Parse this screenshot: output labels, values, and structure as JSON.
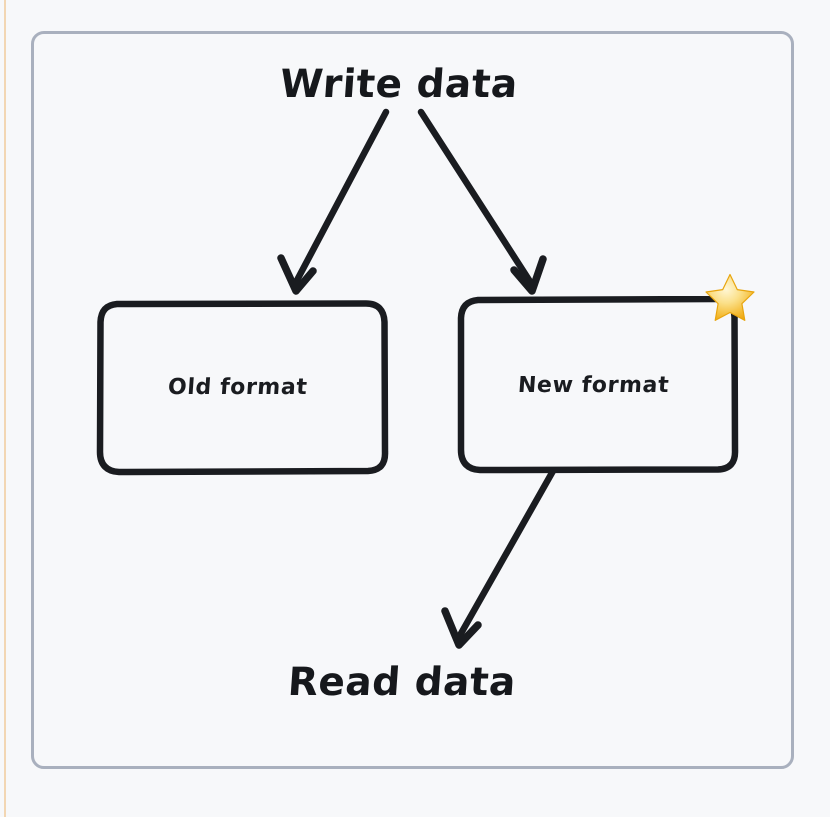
{
  "diagram": {
    "title_top": "Write data",
    "title_bottom": "Read data",
    "background_color": "#F7F8FA",
    "frame_color": "#A9B0BE",
    "stroke_color": "#1A1C20",
    "accent_rule_color": "#F2D6B3",
    "star_color": "#F5C243",
    "nodes": [
      {
        "id": "old-format",
        "label": "Old format",
        "starred": false
      },
      {
        "id": "new-format",
        "label": "New format",
        "starred": true
      }
    ],
    "edges": [
      {
        "from": "Write data",
        "to": "Old format"
      },
      {
        "from": "Write data",
        "to": "New format"
      },
      {
        "from": "New format",
        "to": "Read data"
      }
    ],
    "star_icon_name": "star-icon"
  }
}
